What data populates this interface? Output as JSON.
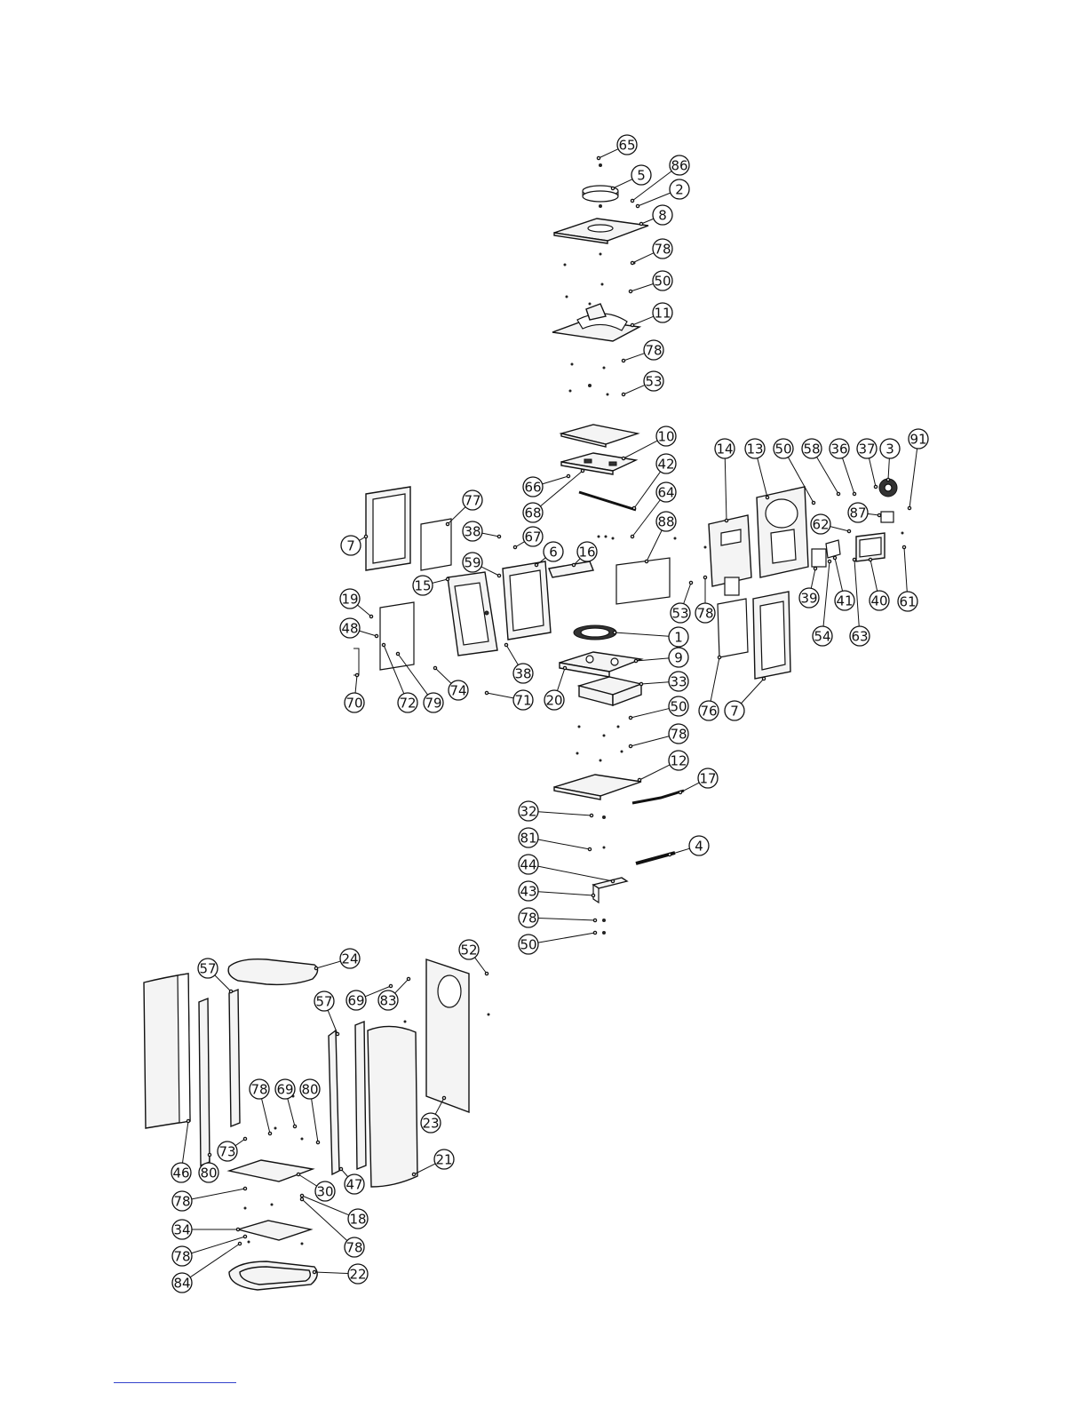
{
  "callouts": [
    {
      "id": "c65",
      "label": "65"
    },
    {
      "id": "c5",
      "label": "5"
    },
    {
      "id": "c86",
      "label": "86"
    },
    {
      "id": "c2",
      "label": "2"
    },
    {
      "id": "c8",
      "label": "8"
    },
    {
      "id": "c78a",
      "label": "78"
    },
    {
      "id": "c50a",
      "label": "50"
    },
    {
      "id": "c11",
      "label": "11"
    },
    {
      "id": "c78b",
      "label": "78"
    },
    {
      "id": "c53a",
      "label": "53"
    },
    {
      "id": "c10",
      "label": "10"
    },
    {
      "id": "c42",
      "label": "42"
    },
    {
      "id": "c66",
      "label": "66"
    },
    {
      "id": "c68",
      "label": "68"
    },
    {
      "id": "c64",
      "label": "64"
    },
    {
      "id": "c88",
      "label": "88"
    },
    {
      "id": "c77",
      "label": "77"
    },
    {
      "id": "c38a",
      "label": "38"
    },
    {
      "id": "c67",
      "label": "67"
    },
    {
      "id": "c16",
      "label": "16"
    },
    {
      "id": "c7a",
      "label": "7"
    },
    {
      "id": "c59",
      "label": "59"
    },
    {
      "id": "c6",
      "label": "6"
    },
    {
      "id": "c15",
      "label": "15"
    },
    {
      "id": "c19",
      "label": "19"
    },
    {
      "id": "c48",
      "label": "48"
    },
    {
      "id": "c1",
      "label": "1"
    },
    {
      "id": "c9",
      "label": "9"
    },
    {
      "id": "c38b",
      "label": "38"
    },
    {
      "id": "c70",
      "label": "70"
    },
    {
      "id": "c72",
      "label": "72"
    },
    {
      "id": "c79",
      "label": "79"
    },
    {
      "id": "c74",
      "label": "74"
    },
    {
      "id": "c33",
      "label": "33"
    },
    {
      "id": "c71",
      "label": "71"
    },
    {
      "id": "c20",
      "label": "20"
    },
    {
      "id": "c50b",
      "label": "50"
    },
    {
      "id": "c78c",
      "label": "78"
    },
    {
      "id": "c12",
      "label": "12"
    },
    {
      "id": "c17",
      "label": "17"
    },
    {
      "id": "c32",
      "label": "32"
    },
    {
      "id": "c81",
      "label": "81"
    },
    {
      "id": "c4",
      "label": "4"
    },
    {
      "id": "c44",
      "label": "44"
    },
    {
      "id": "c43",
      "label": "43"
    },
    {
      "id": "c78d",
      "label": "78"
    },
    {
      "id": "c50c",
      "label": "50"
    },
    {
      "id": "c14",
      "label": "14"
    },
    {
      "id": "c13",
      "label": "13"
    },
    {
      "id": "c50d",
      "label": "50"
    },
    {
      "id": "c58",
      "label": "58"
    },
    {
      "id": "c36",
      "label": "36"
    },
    {
      "id": "c37",
      "label": "37"
    },
    {
      "id": "c3",
      "label": "3"
    },
    {
      "id": "c91",
      "label": "91"
    },
    {
      "id": "c87",
      "label": "87"
    },
    {
      "id": "c62",
      "label": "62"
    },
    {
      "id": "c53b",
      "label": "53"
    },
    {
      "id": "c78e",
      "label": "78"
    },
    {
      "id": "c39",
      "label": "39"
    },
    {
      "id": "c41",
      "label": "41"
    },
    {
      "id": "c40",
      "label": "40"
    },
    {
      "id": "c61",
      "label": "61"
    },
    {
      "id": "c54",
      "label": "54"
    },
    {
      "id": "c63",
      "label": "63"
    },
    {
      "id": "c76",
      "label": "76"
    },
    {
      "id": "c7b",
      "label": "7"
    },
    {
      "id": "c52",
      "label": "52"
    },
    {
      "id": "c24",
      "label": "24"
    },
    {
      "id": "c57a",
      "label": "57"
    },
    {
      "id": "c69a",
      "label": "69"
    },
    {
      "id": "c83",
      "label": "83"
    },
    {
      "id": "c57b",
      "label": "57"
    },
    {
      "id": "c78f",
      "label": "78"
    },
    {
      "id": "c69b",
      "label": "69"
    },
    {
      "id": "c80a",
      "label": "80"
    },
    {
      "id": "c23",
      "label": "23"
    },
    {
      "id": "c73",
      "label": "73"
    },
    {
      "id": "c21",
      "label": "21"
    },
    {
      "id": "c46",
      "label": "46"
    },
    {
      "id": "c80b",
      "label": "80"
    },
    {
      "id": "c30",
      "label": "30"
    },
    {
      "id": "c47",
      "label": "47"
    },
    {
      "id": "c78g",
      "label": "78"
    },
    {
      "id": "c18",
      "label": "18"
    },
    {
      "id": "c34",
      "label": "34"
    },
    {
      "id": "c78h",
      "label": "78"
    },
    {
      "id": "c78i",
      "label": "78"
    },
    {
      "id": "c84",
      "label": "84"
    },
    {
      "id": "c22",
      "label": "22"
    }
  ]
}
